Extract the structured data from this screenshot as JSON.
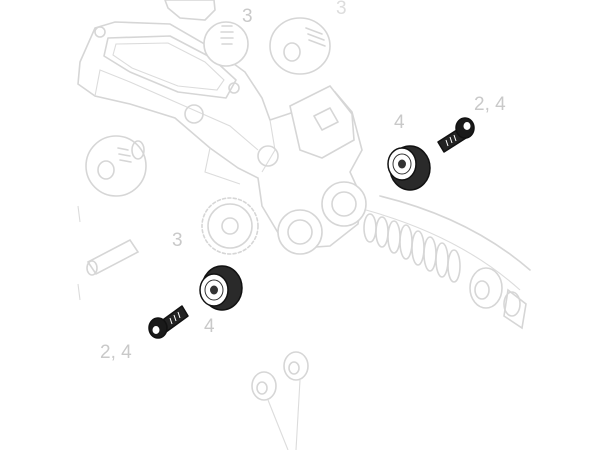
{
  "callouts": {
    "top_a": "3",
    "top_b": "3",
    "right_washer": "4",
    "right_bolt": "2, 4",
    "left_three": "3",
    "left_washer": "4",
    "left_bolt": "2, 4"
  }
}
